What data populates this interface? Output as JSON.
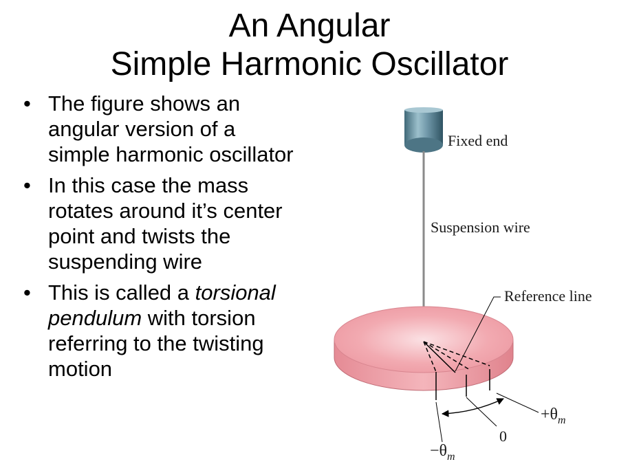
{
  "slide": {
    "title_line1": "An Angular",
    "title_line2": "Simple Harmonic Oscillator",
    "bullets": [
      {
        "marker": "•",
        "lines": [
          {
            "parts": [
              {
                "text": "The figure shows an",
                "italic": false
              }
            ]
          },
          {
            "parts": [
              {
                "text": "angular version of a",
                "italic": false
              }
            ]
          },
          {
            "parts": [
              {
                "text": "simple harmonic oscillator",
                "italic": false
              }
            ]
          }
        ]
      },
      {
        "marker": "•",
        "lines": [
          {
            "parts": [
              {
                "text": "In this case the mass",
                "italic": false
              }
            ]
          },
          {
            "parts": [
              {
                "text": "rotates around it’s center",
                "italic": false
              }
            ]
          },
          {
            "parts": [
              {
                "text": "point and twists the",
                "italic": false
              }
            ]
          },
          {
            "parts": [
              {
                "text": "suspending wire",
                "italic": false
              }
            ]
          }
        ]
      },
      {
        "marker": "•",
        "lines": [
          {
            "parts": [
              {
                "text": "This is called a ",
                "italic": false
              },
              {
                "text": "torsional",
                "italic": true
              }
            ]
          },
          {
            "parts": [
              {
                "text": "pendulum",
                "italic": true
              },
              {
                "text": " with torsion",
                "italic": false
              }
            ]
          },
          {
            "parts": [
              {
                "text": "referring to the twisting",
                "italic": false
              }
            ]
          },
          {
            "parts": [
              {
                "text": "motion",
                "italic": false
              }
            ]
          }
        ]
      }
    ]
  },
  "figure": {
    "labels": {
      "fixed_end": "Fixed end",
      "suspension_wire": "Suspension wire",
      "reference_line": "Reference line",
      "plus_theta_sign": "+θ",
      "minus_theta_sign": "−θ",
      "theta_subscript": "m",
      "zero": "0"
    },
    "colors": {
      "disk_top": "#f2a7ae",
      "disk_side": "#e88b95",
      "clamp": "#6f97a8",
      "wire": "#8a8a8a"
    }
  }
}
